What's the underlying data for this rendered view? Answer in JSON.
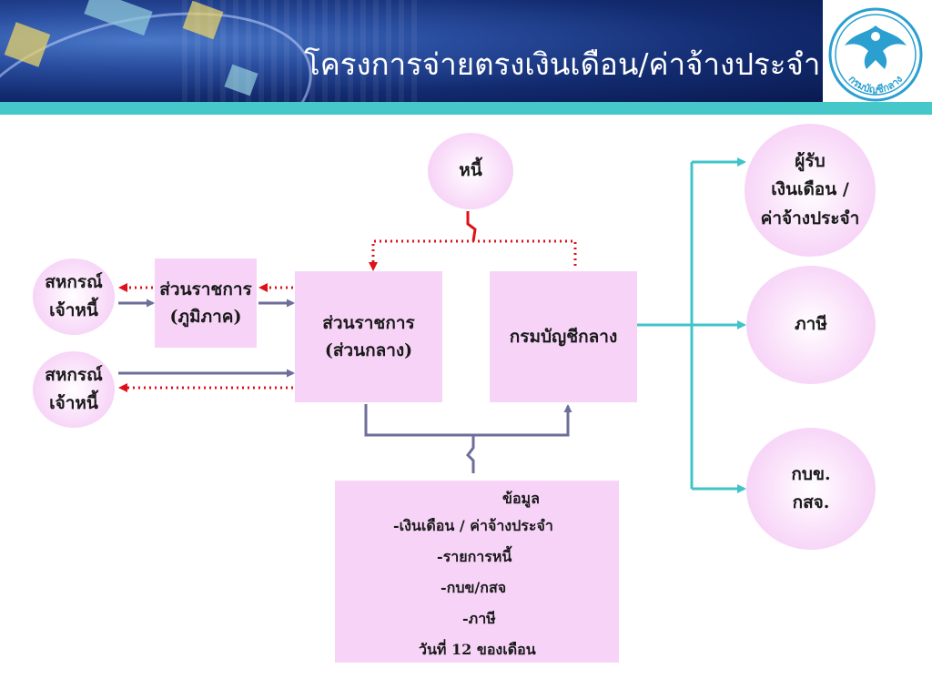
{
  "header": {
    "title": "โครงการจ่ายตรงเงินเดือน/ค่าจ้างประจำ",
    "logo_text": "กรมบัญชีกลาง"
  },
  "nodes": {
    "debt": [
      "หนี้"
    ],
    "coop_top": [
      "สหกรณ์",
      "เจ้าหนี้"
    ],
    "coop_bottom": [
      "สหกรณ์",
      "เจ้าหนี้"
    ],
    "regional": [
      "ส่วนราชการ",
      "(ภูมิภาค)"
    ],
    "central": [
      "ส่วนราชการ",
      "(ส่วนกลาง)"
    ],
    "cgd": [
      "กรมบัญชีกลาง"
    ],
    "recipient": [
      "ผู้รับ",
      "เงินเดือน /",
      "ค่าจ้างประจำ"
    ],
    "tax": [
      "ภาษี"
    ],
    "funds": [
      "กบข.",
      "กสจ."
    ]
  },
  "info": {
    "heading": "ข้อมูล",
    "items": [
      "-เงินเดือน / ค่าจ้างประจำ",
      "-รายการหนี้",
      "-กบข/กสจ",
      "-ภาษี"
    ],
    "footer": "วันที่  12  ของเดือน"
  },
  "colors": {
    "solid_arrow": "#6e6e9a",
    "dotted_arrow": "#e0101a",
    "teal_arrow": "#40c4c8",
    "box_fill": "#f7d4f7",
    "header_bg": "#122a6e",
    "teal_bar": "#46c7c9"
  }
}
